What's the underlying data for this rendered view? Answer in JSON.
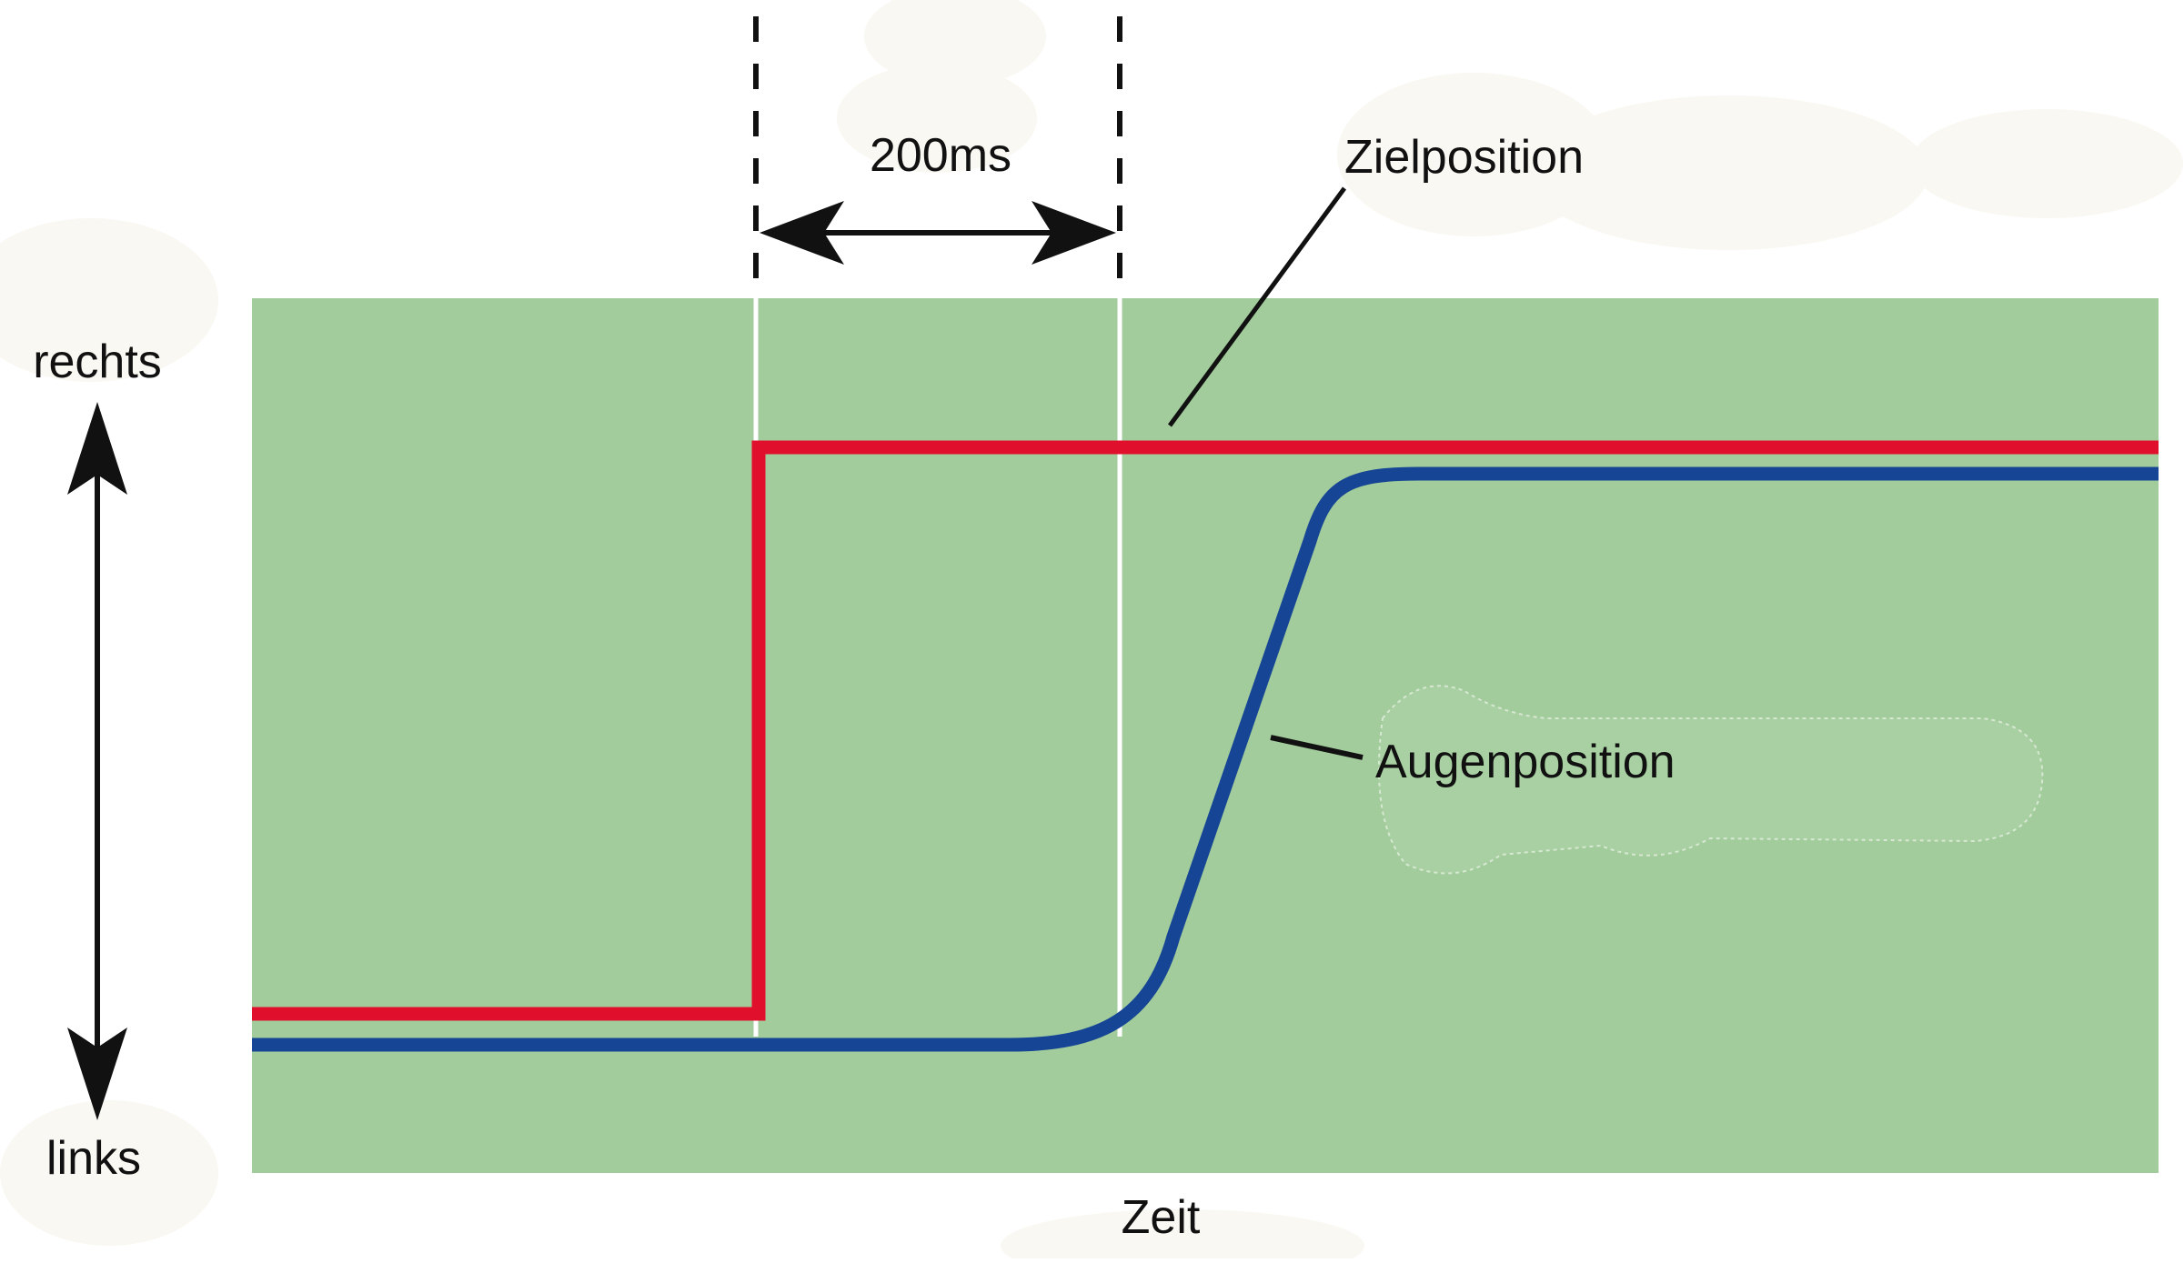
{
  "labels": {
    "interval": "200ms",
    "target": "Zielposition",
    "eye": "Augenposition",
    "up": "rechts",
    "down": "links",
    "time": "Zeit"
  },
  "colors": {
    "background": "#a3cc9c",
    "target_line": "#e0102c",
    "eye_line": "#154594",
    "markers": "#ffffff",
    "annotation": "#111111"
  }
}
